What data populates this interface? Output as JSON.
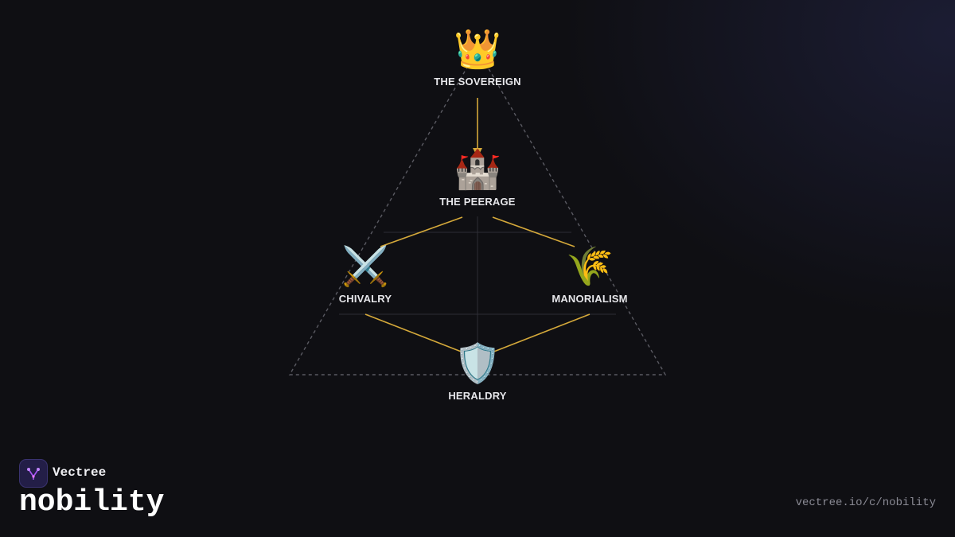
{
  "diagram": {
    "nodes": [
      {
        "id": "sovereign",
        "emoji": "👑",
        "label": "THE SOVEREIGN"
      },
      {
        "id": "peerage",
        "emoji": "🏰",
        "label": "THE PEERAGE"
      },
      {
        "id": "chivalry",
        "emoji": "⚔️",
        "label": "CHIVALRY"
      },
      {
        "id": "manorialism",
        "emoji": "🌾",
        "label": "MANORIALISM"
      },
      {
        "id": "heraldry",
        "emoji": "🛡️",
        "label": "HERALDRY"
      }
    ],
    "edges": [
      {
        "from": "sovereign",
        "to": "peerage",
        "arrow": true
      },
      {
        "from": "peerage",
        "to": "chivalry",
        "arrow": false
      },
      {
        "from": "peerage",
        "to": "manorialism",
        "arrow": false
      },
      {
        "from": "chivalry",
        "to": "heraldry",
        "arrow": false
      },
      {
        "from": "manorialism",
        "to": "heraldry",
        "arrow": false
      }
    ],
    "edge_color": "#d4a83a"
  },
  "brand": {
    "name": "Vectree",
    "topic": "nobility",
    "url": "vectree.io/c/nobility",
    "logo_icon": "vectree-logo-icon",
    "logo_color": "#231e47"
  }
}
